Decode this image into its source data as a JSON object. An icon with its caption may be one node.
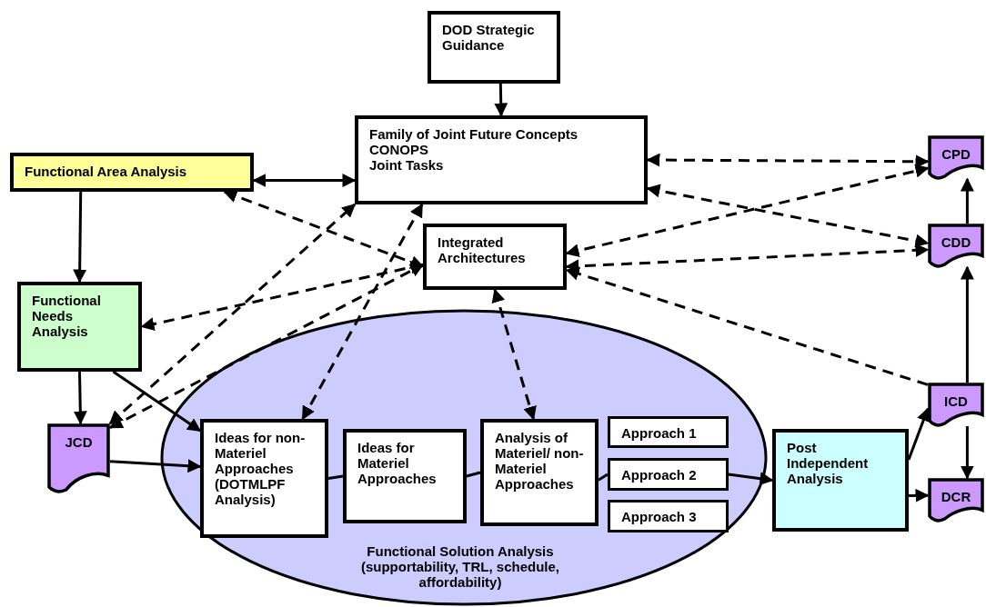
{
  "diagram": {
    "nodes": [
      {
        "text": [
          "DOD Strategic Guidance"
        ]
      },
      {
        "text": [
          "Family of Joint Future Concepts",
          "CONOPS",
          "Joint Tasks"
        ]
      },
      {
        "text": [
          "Functional Area Analysis"
        ]
      },
      {
        "text": [
          "Integrated Architectures"
        ]
      },
      {
        "text": [
          "Functional Needs Analysis"
        ]
      },
      {
        "text": [
          "JCD"
        ]
      },
      {
        "text": [
          "Functional Solution Analysis (supportability, TRL, schedule, affordability)"
        ]
      },
      {
        "text": [
          "Ideas for non-Materiel Approaches (DOTMLPF Analysis)"
        ],
        "in": 6
      },
      {
        "text": [
          "Ideas for Materiel Approaches"
        ],
        "in": 6
      },
      {
        "text": [
          "Analysis of Materiel/ non-Materiel Approaches"
        ],
        "in": 6
      },
      {
        "text": [
          "Approach 1"
        ],
        "in": 6
      },
      {
        "text": [
          "Approach 2"
        ],
        "in": 6
      },
      {
        "text": [
          "Approach 3"
        ],
        "in": 6
      },
      {
        "text": [
          "Post Independent Analysis"
        ]
      },
      {
        "text": [
          "CPD"
        ]
      },
      {
        "text": [
          "CDD"
        ]
      },
      {
        "text": [
          "ICD"
        ]
      },
      {
        "text": [
          "DCR"
        ]
      }
    ],
    "edges": [
      {
        "from": 0,
        "to": 1,
        "arrow": "to"
      },
      {
        "from": 2,
        "to": 1,
        "arrow": "both"
      },
      {
        "from": 2,
        "to": 4,
        "arrow": "to"
      },
      {
        "from": 4,
        "to": 5,
        "arrow": "to"
      },
      {
        "from": 4,
        "to": 7,
        "arrow": "to"
      },
      {
        "from": 5,
        "to": 7,
        "arrow": "to"
      },
      {
        "from": 7,
        "to": 8,
        "arrow": "none"
      },
      {
        "from": 8,
        "to": 9,
        "arrow": "none"
      },
      {
        "from": 9,
        "to": 11,
        "arrow": "none"
      },
      {
        "from": 11,
        "to": 13,
        "arrow": "to"
      },
      {
        "from": 13,
        "to": 16,
        "arrow": "to"
      },
      {
        "from": 13,
        "to": 17,
        "arrow": "to"
      },
      {
        "from": 16,
        "to": 17,
        "arrow": "to"
      },
      {
        "from": 16,
        "to": 15,
        "arrow": "to"
      },
      {
        "from": 15,
        "to": 14,
        "arrow": "to"
      },
      {
        "from": 1,
        "to": 14,
        "arrow": "both",
        "style": "dashed"
      },
      {
        "from": 1,
        "to": 15,
        "arrow": "both",
        "style": "dashed"
      },
      {
        "from": 3,
        "to": 14,
        "arrow": "both",
        "style": "dashed"
      },
      {
        "from": 3,
        "to": 15,
        "arrow": "both",
        "style": "dashed"
      },
      {
        "from": 16,
        "to": 3,
        "arrow": "to",
        "style": "dashed"
      },
      {
        "from": 2,
        "to": 3,
        "arrow": "both",
        "style": "dashed"
      },
      {
        "from": 3,
        "to": 4,
        "arrow": "both",
        "style": "dashed"
      },
      {
        "from": 5,
        "to": 1,
        "arrow": "both",
        "style": "dashed"
      },
      {
        "from": 5,
        "to": 3,
        "arrow": "both",
        "style": "dashed"
      },
      {
        "from": 1,
        "to": 7,
        "arrow": "both",
        "style": "dashed"
      },
      {
        "from": 3,
        "to": 9,
        "arrow": "both",
        "style": "dashed"
      }
    ]
  }
}
